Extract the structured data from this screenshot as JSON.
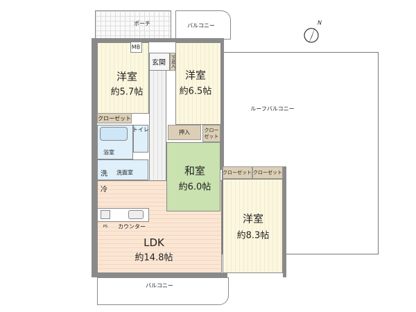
{
  "rooms": {
    "porch": "ポーチ",
    "balcony_top": "バルコニー",
    "mb": "MB",
    "entrance": "玄関",
    "shoe_storage": "下足入",
    "western1": {
      "name": "洋室",
      "size": "約5.7帖"
    },
    "western2": {
      "name": "洋室",
      "size": "約6.5帖"
    },
    "western3": {
      "name": "洋室",
      "size": "約8.3帖"
    },
    "closet1": "クローゼット",
    "oshiire": "押入",
    "closet2": "クロー\nゼット",
    "bath": "浴室",
    "toilet": "トイレ",
    "wash_mark": "洗",
    "washroom": "洗面室",
    "washitsu": {
      "name": "和室",
      "size": "約6.0帖"
    },
    "closet3": "クローゼット",
    "closet4": "クローゼット",
    "fridge": "冷",
    "ps": "PS",
    "counter": "カウンター",
    "ldk": {
      "name": "LDK",
      "size": "約14.8帖"
    },
    "roof_balcony": "ルーフバルコニー",
    "balcony_bottom": "バルコニー"
  },
  "compass": {
    "label": "N",
    "icon": "north-arrow-icon"
  },
  "colors": {
    "western": "#fbf7e0",
    "ldk": "#fbe6d4",
    "washitsu": "#c9e2b0",
    "wet": "#dff0fb",
    "closet": "#dccfb5"
  }
}
